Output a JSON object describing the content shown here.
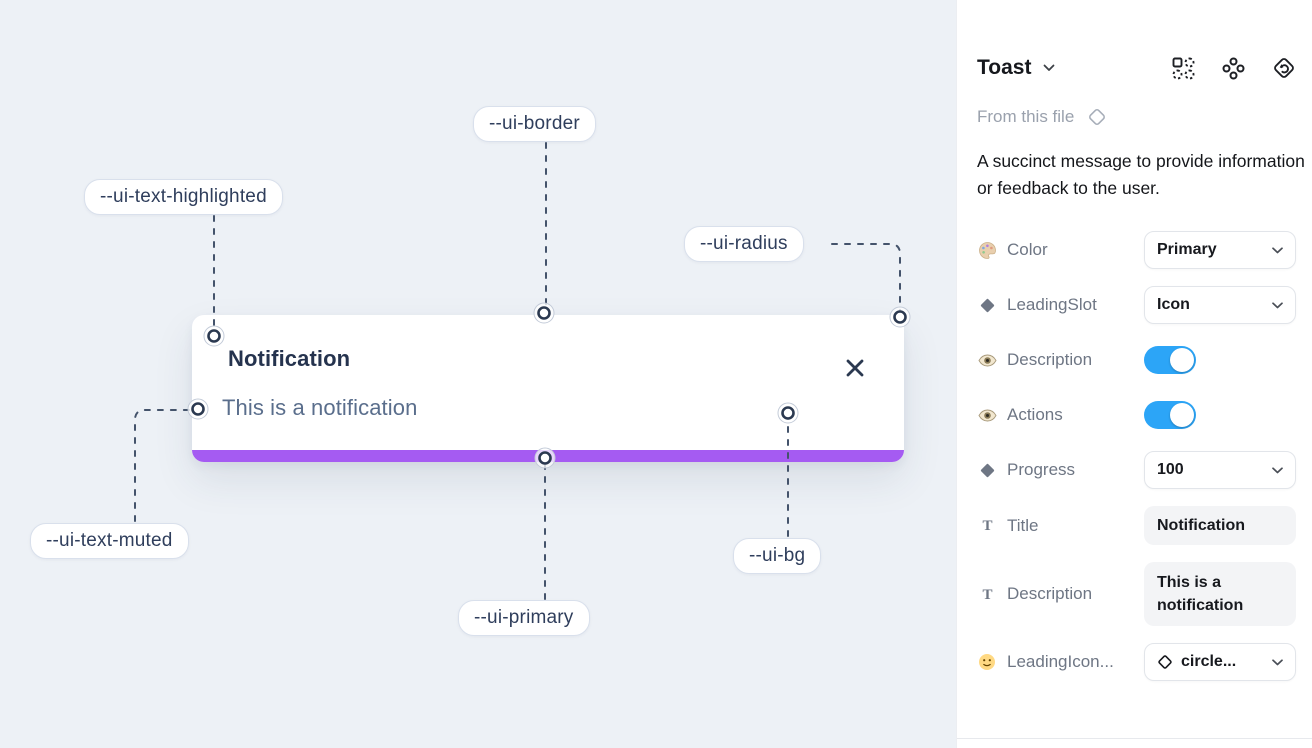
{
  "canvas": {
    "toast": {
      "title": "Notification",
      "description": "This is a notification"
    },
    "labels": [
      {
        "text": "--ui-text-highlighted"
      },
      {
        "text": "--ui-border"
      },
      {
        "text": "--ui-radius"
      },
      {
        "text": "--ui-text-muted"
      },
      {
        "text": "--ui-primary"
      },
      {
        "text": "--ui-bg"
      }
    ]
  },
  "panel": {
    "title": "Toast",
    "source_label": "From this file",
    "description": "A succinct message to provide information or feedback to the user.",
    "rows": [
      {
        "icon": "palette-icon",
        "label": "Color",
        "control": "select",
        "value": "Primary"
      },
      {
        "icon": "diamond-icon",
        "label": "LeadingSlot",
        "control": "select",
        "value": "Icon"
      },
      {
        "icon": "eye-icon",
        "label": "Description",
        "control": "toggle",
        "value": "on"
      },
      {
        "icon": "eye-icon",
        "label": "Actions",
        "control": "toggle",
        "value": "on"
      },
      {
        "icon": "diamond-icon",
        "label": "Progress",
        "control": "select",
        "value": "100"
      },
      {
        "icon": "text-icon",
        "label": "Title",
        "control": "text",
        "value": "Notification"
      },
      {
        "icon": "text-icon",
        "label": "Description",
        "control": "text",
        "value": "This is a notification"
      },
      {
        "icon": "smiley-icon",
        "label": "LeadingIcon...",
        "control": "select",
        "value": "circle..."
      }
    ]
  },
  "colors": {
    "primary": "#a55bf2",
    "toggle_on": "#2ca5f7",
    "canvas_bg": "#edf1f6",
    "text_highlighted": "#25334e",
    "text_muted": "#5a6e8c"
  }
}
